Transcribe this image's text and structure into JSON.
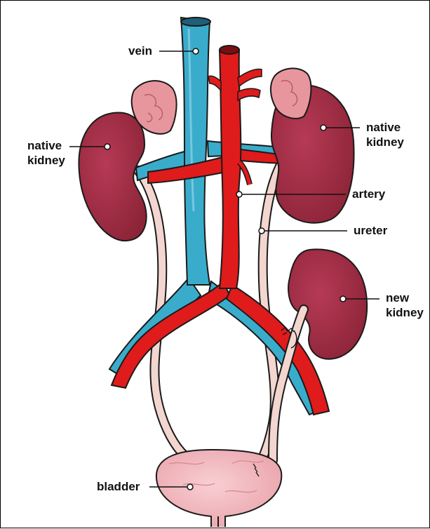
{
  "labels": {
    "vein": "vein",
    "native_kidney_left": [
      "native",
      "kidney"
    ],
    "native_kidney_right": [
      "native",
      "kidney"
    ],
    "artery": "artery",
    "ureter": "ureter",
    "new_kidney": [
      "new",
      "kidney"
    ],
    "bladder": "bladder"
  },
  "colors": {
    "vein": "#3aaccb",
    "artery": "#e01b1b",
    "kidney": "#a8324a",
    "adrenal": "#e8969e",
    "ureter": "#f3d6cf",
    "bladder": "#f2b9bf",
    "outline": "#1a1a1a"
  }
}
